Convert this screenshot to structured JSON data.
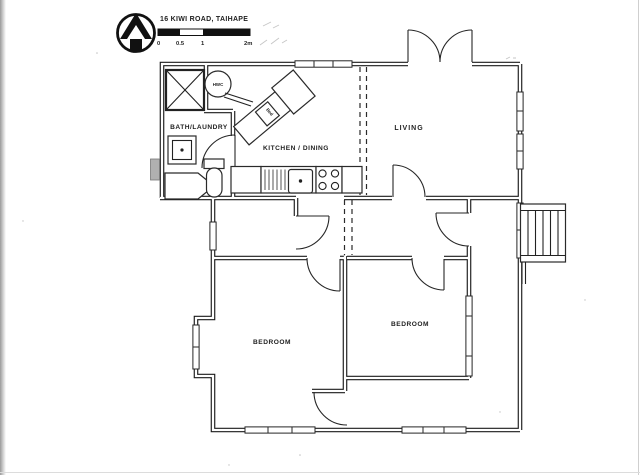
{
  "header": {
    "address": "16 KIWI ROAD, TAIHAPE",
    "scale_labels": [
      "0",
      "0.5",
      "1",
      "2m"
    ]
  },
  "rooms": {
    "bath_laundry": "BATH/LAUNDRY",
    "kitchen_dining": "KITCHEN / DINING",
    "living": "LIVING",
    "bedroom_left": "BEDROOM",
    "bedroom_right": "BEDROOM"
  },
  "fixtures": {
    "hot_water_cylinder": "HWC",
    "bed_unit": "Bed"
  },
  "colors": {
    "ink": "#1b1b1b",
    "paper": "#ffffff",
    "faint_pencil": "#c6c6c6"
  }
}
